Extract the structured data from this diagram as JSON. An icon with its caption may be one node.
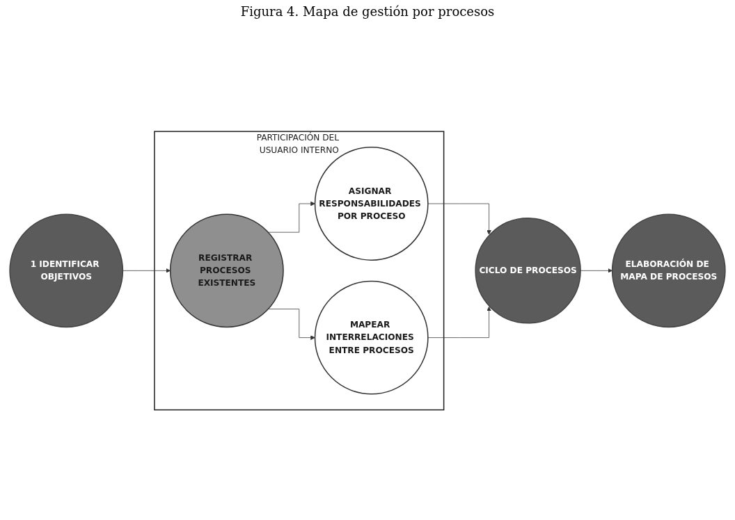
{
  "diagram": {
    "title": "Figura 4. Mapa de gestión por procesos",
    "nodes": [
      {
        "text": [
          "PARTICIPACIÓN DEL USUARIO INTERNO"
        ]
      },
      {
        "text": [
          "1 IDENTIFICAR OBJETIVOS"
        ]
      },
      {
        "text": [
          "REGISTRAR PROCESOS EXISTENTES"
        ],
        "in": 0
      },
      {
        "text": [
          "ASIGNAR RESPONSABILIDADES POR PROCESO"
        ],
        "in": 0
      },
      {
        "text": [
          "MAPEAR INTERRELACIONES ENTRE PROCESOS"
        ],
        "in": 0
      },
      {
        "text": [
          "CICLO DE PROCESOS"
        ]
      },
      {
        "text": [
          "ELABORACIÓN DE MAPA DE PROCESOS"
        ]
      }
    ],
    "edges": [
      {
        "from": 1,
        "to": 2,
        "arrow": "to"
      },
      {
        "from": 2,
        "to": 3,
        "arrow": "to"
      },
      {
        "from": 2,
        "to": 4,
        "arrow": "to"
      },
      {
        "from": 3,
        "to": 5,
        "arrow": "to"
      },
      {
        "from": 4,
        "to": 5,
        "arrow": "to"
      },
      {
        "from": 5,
        "to": 6,
        "arrow": "to"
      }
    ]
  }
}
